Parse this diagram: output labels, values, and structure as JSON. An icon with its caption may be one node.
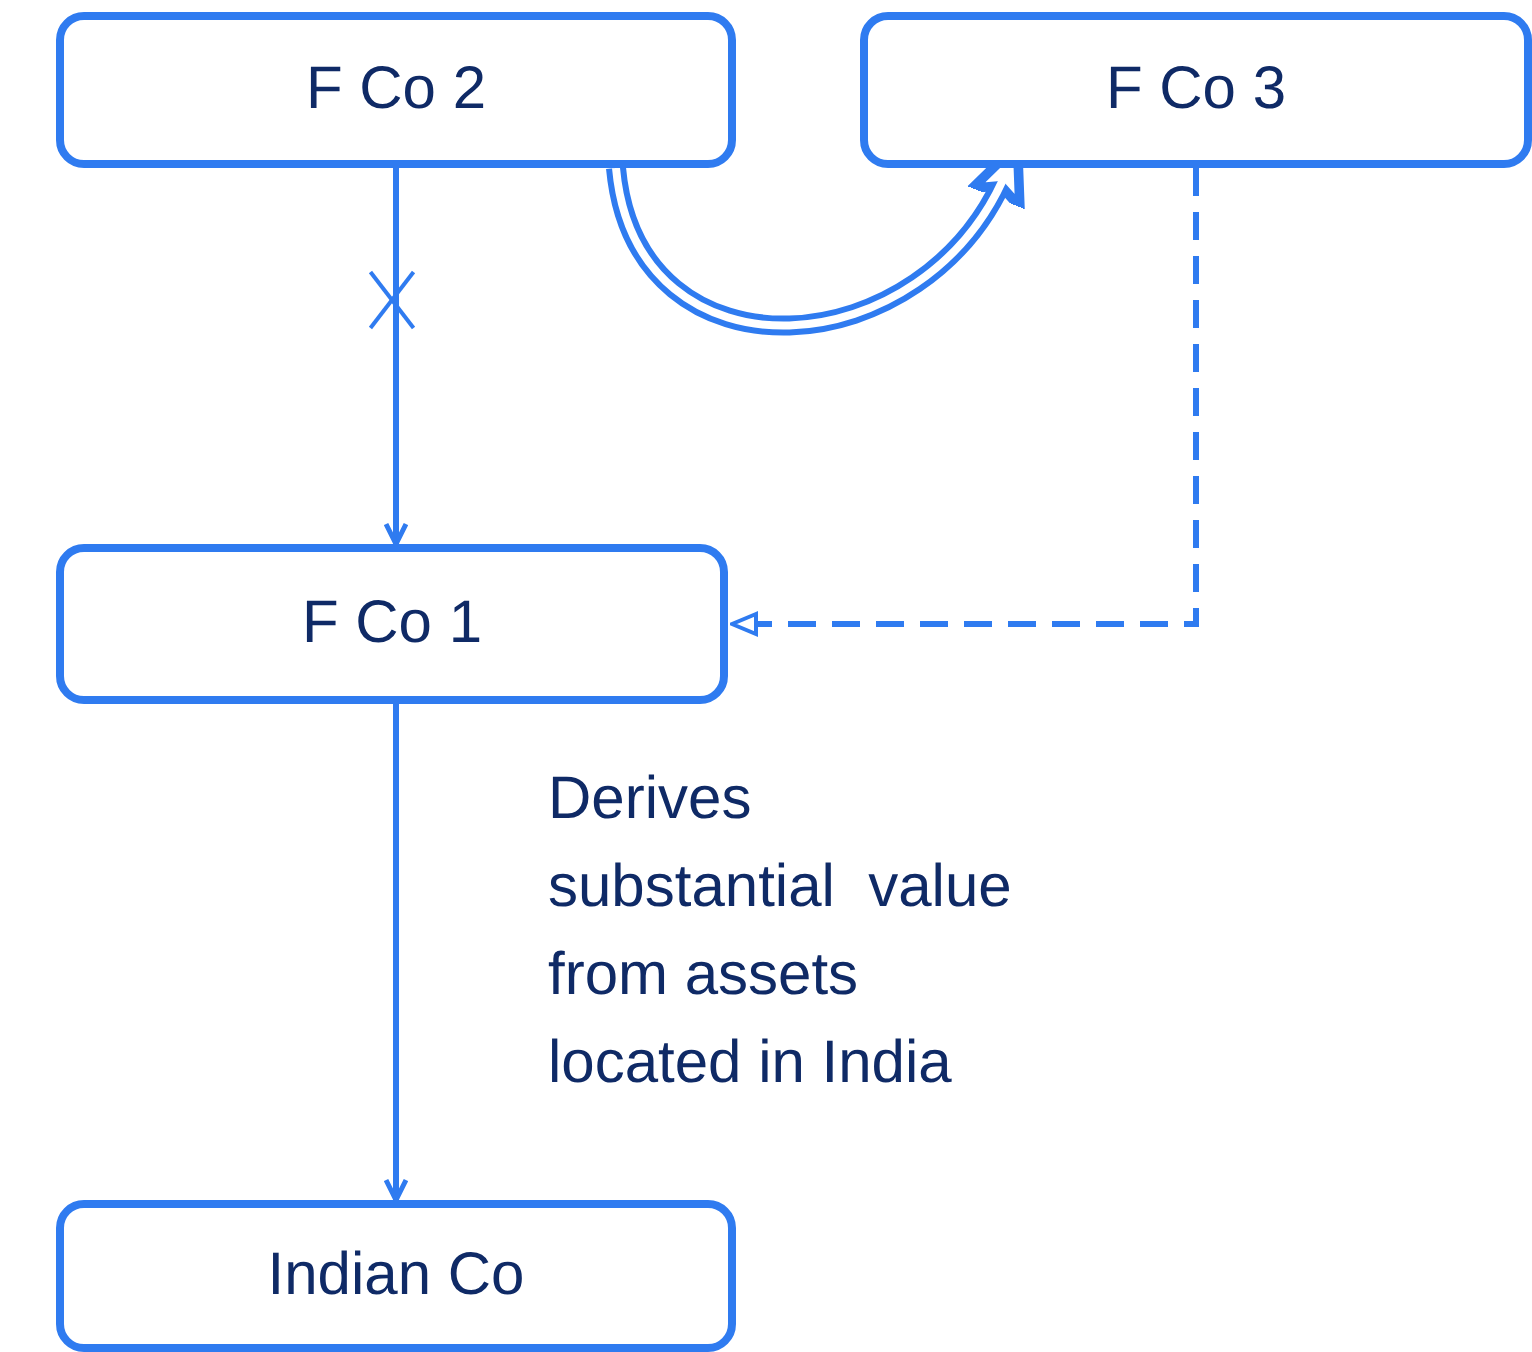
{
  "diagram": {
    "nodes": [
      {
        "text": [
          "F Co 2"
        ]
      },
      {
        "text": [
          "F Co 3"
        ]
      },
      {
        "text": [
          "F Co 1"
        ]
      },
      {
        "text": [
          "Indian Co"
        ]
      }
    ],
    "edges": [
      {
        "from": 0,
        "to": 2,
        "arrow": "to"
      },
      {
        "from": 0,
        "to": 1,
        "arrow": "to",
        "style": "thick"
      },
      {
        "from": 1,
        "to": 2,
        "arrow": "to",
        "style": "dashed"
      },
      {
        "from": 2,
        "to": 3,
        "arrow": "to",
        "label": "Derives substantial  value from assets located in India"
      }
    ]
  }
}
